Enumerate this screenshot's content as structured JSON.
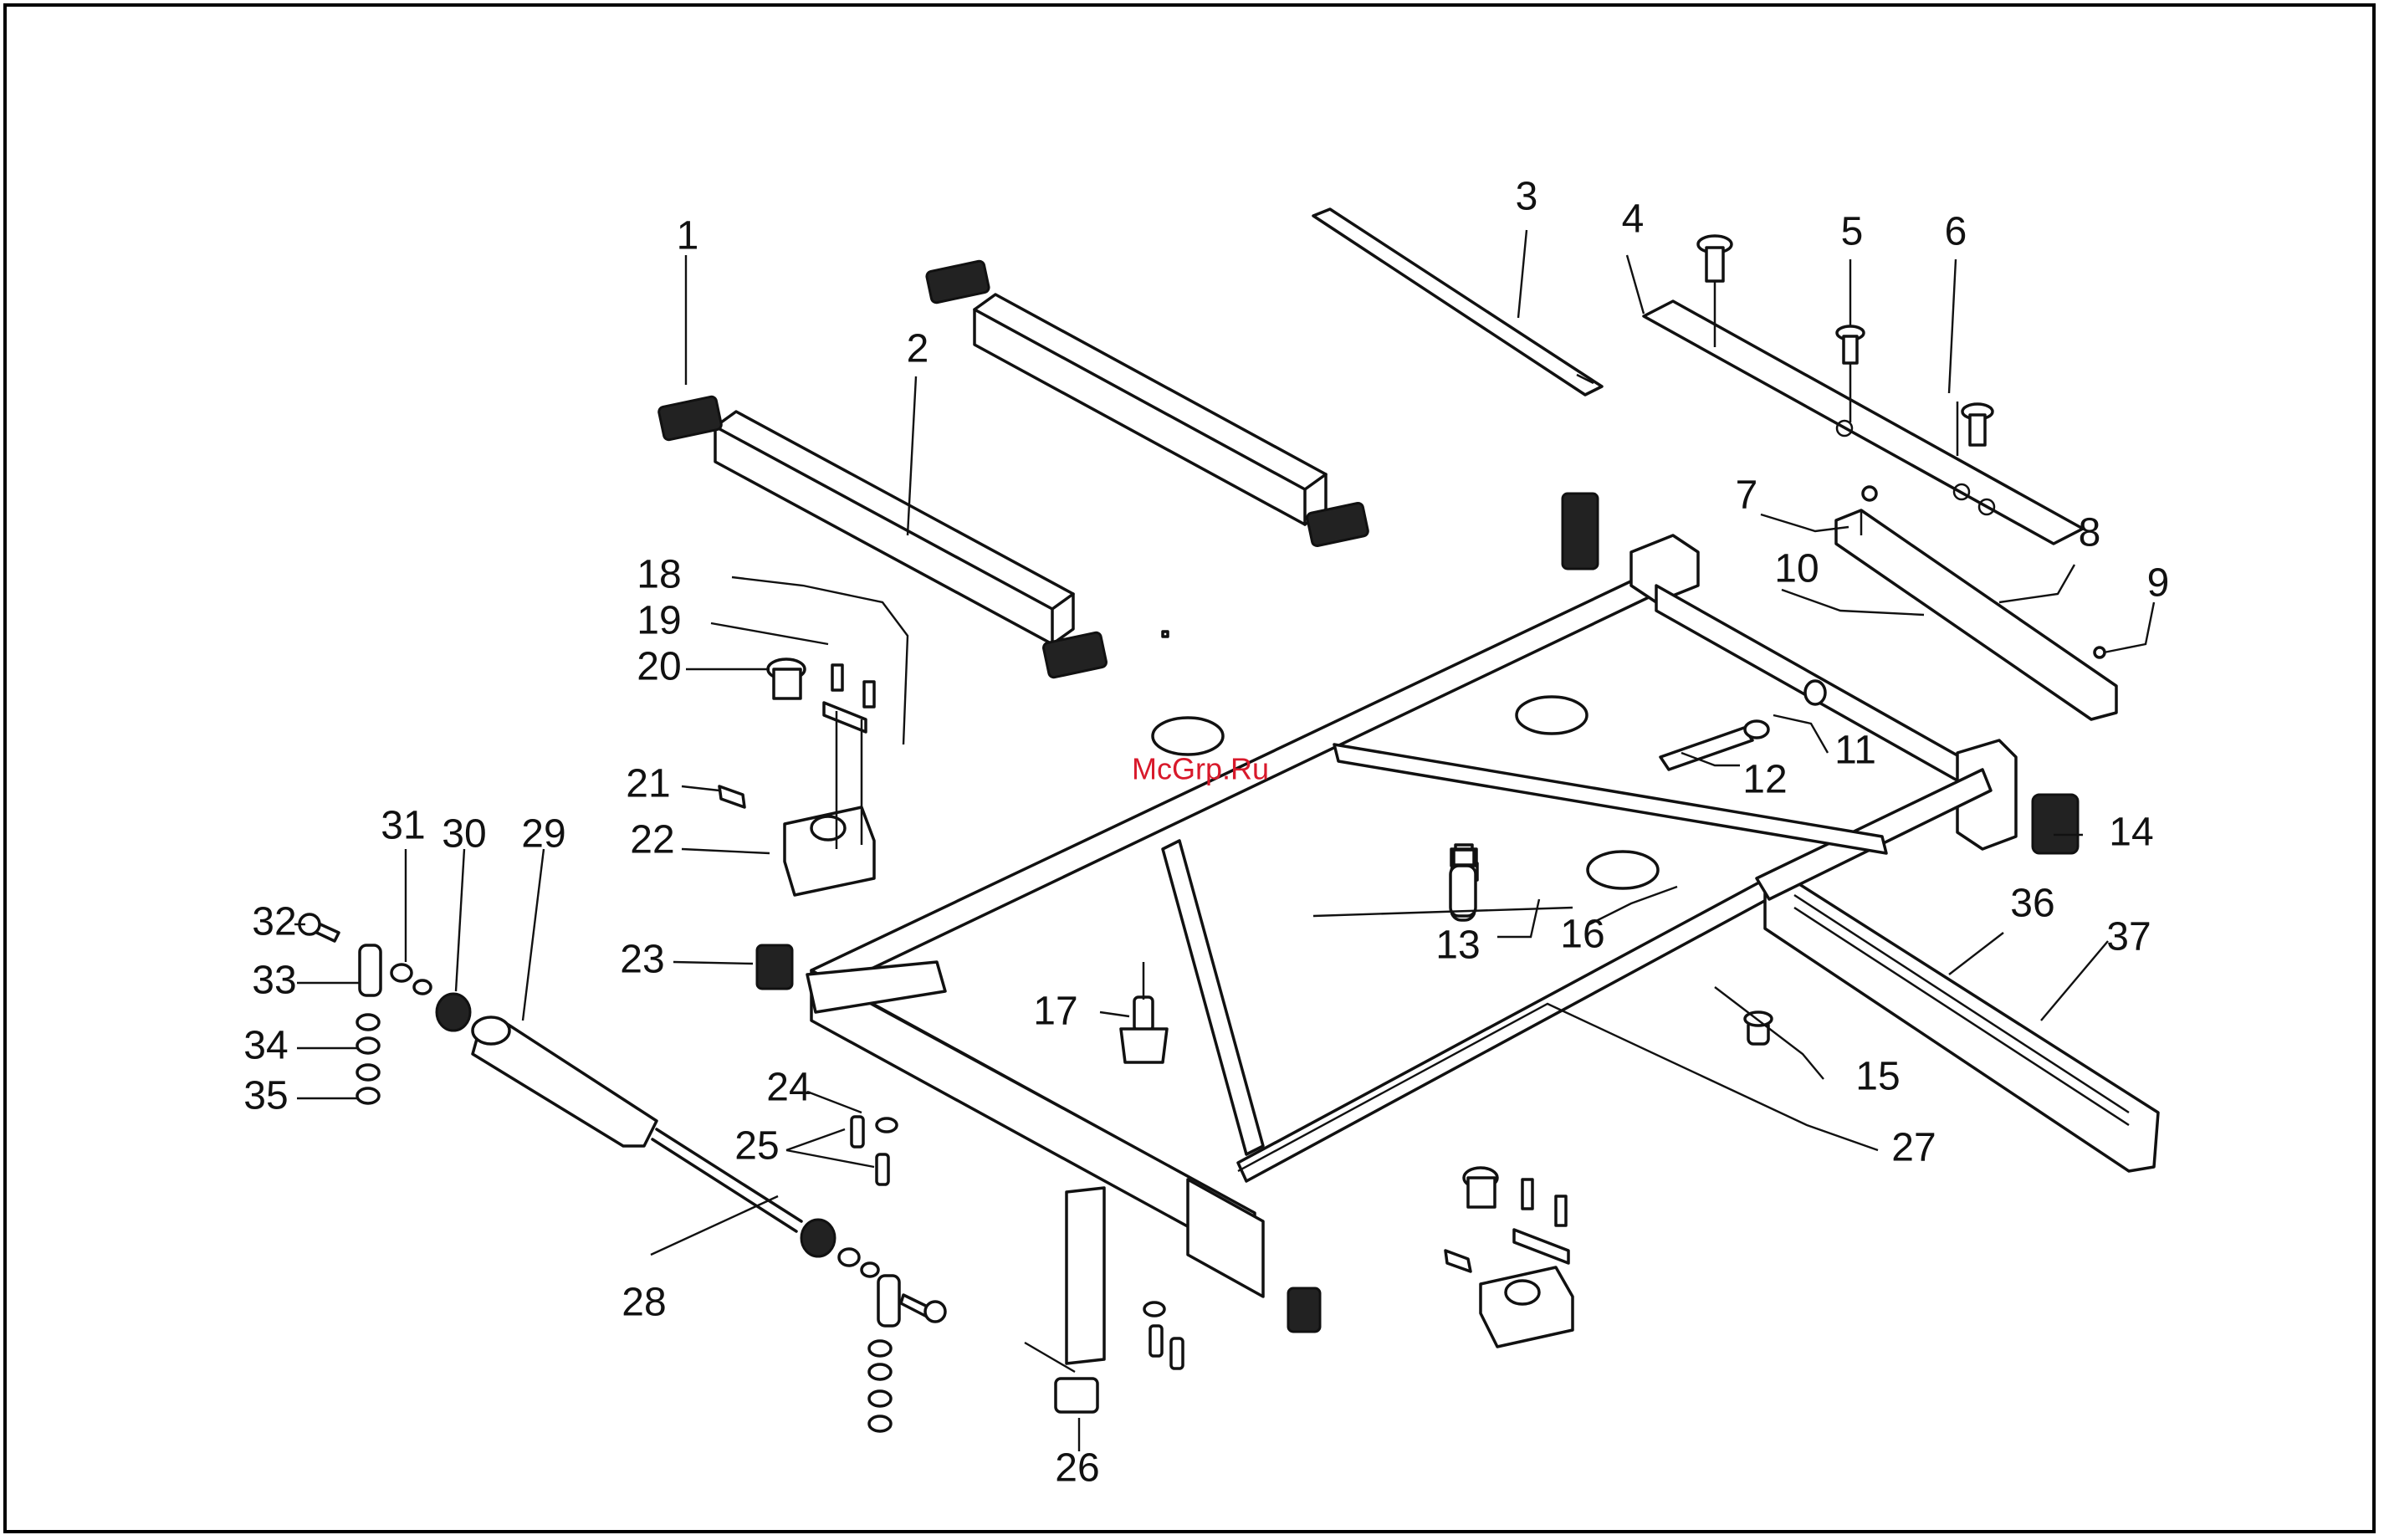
{
  "watermark": "McGrp.Ru",
  "colors": {
    "line": "#111111",
    "background": "#ffffff",
    "watermark": "#d8192b"
  },
  "part_labels": [
    "1",
    "2",
    "3",
    "4",
    "5",
    "6",
    "7",
    "8",
    "9",
    "10",
    "11",
    "12",
    "13",
    "14",
    "15",
    "16",
    "17",
    "18",
    "19",
    "20",
    "21",
    "22",
    "23",
    "24",
    "25",
    "26",
    "27",
    "28",
    "29",
    "30",
    "31",
    "32",
    "33",
    "34",
    "35",
    "36",
    "37"
  ]
}
